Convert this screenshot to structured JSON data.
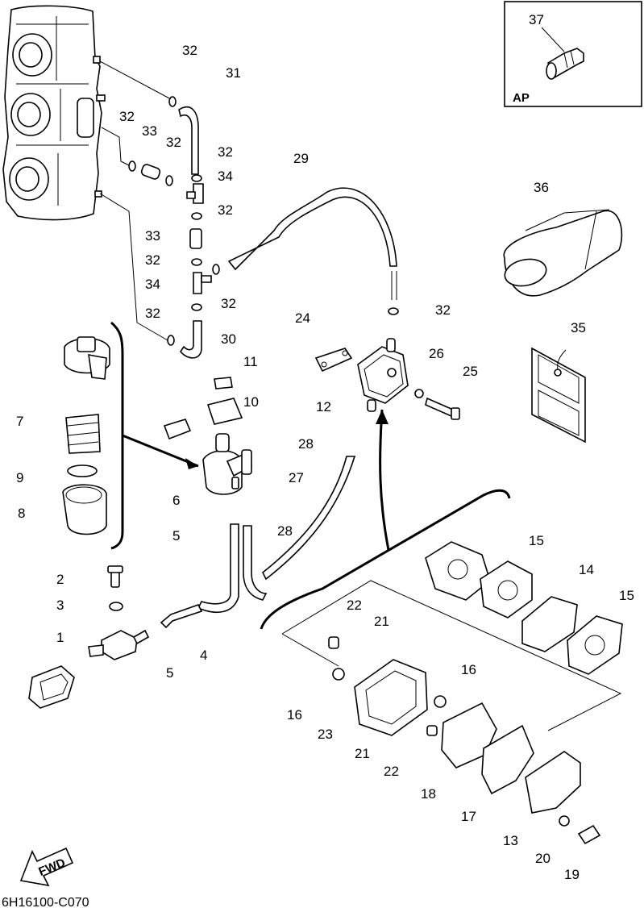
{
  "drawing_code": "6H16100-C070",
  "inset_tag": "AP",
  "direction_arrow": "FWD",
  "callouts": [
    "37",
    "32",
    "31",
    "32",
    "33",
    "32",
    "32",
    "34",
    "29",
    "32",
    "36",
    "33",
    "32",
    "34",
    "32",
    "32",
    "30",
    "24",
    "32",
    "26",
    "25",
    "35",
    "11",
    "10",
    "12",
    "7",
    "28",
    "9",
    "27",
    "6",
    "8",
    "5",
    "28",
    "2",
    "15",
    "14",
    "15",
    "3",
    "22",
    "21",
    "1",
    "5",
    "4",
    "16",
    "16",
    "23",
    "21",
    "22",
    "18",
    "17",
    "13",
    "20",
    "19"
  ],
  "icons": {
    "fuel_filter_assembly": "fuel-filter-icon",
    "fuel_pump": "fuel-pump-icon",
    "primer_bulb_hose": "hose-icon",
    "gasket_kit": "gasket-icon",
    "engine_block": "engine-block-icon",
    "fuel_joint": "fuel-joint-icon",
    "fwd_arrow": "forward-arrow-icon"
  }
}
